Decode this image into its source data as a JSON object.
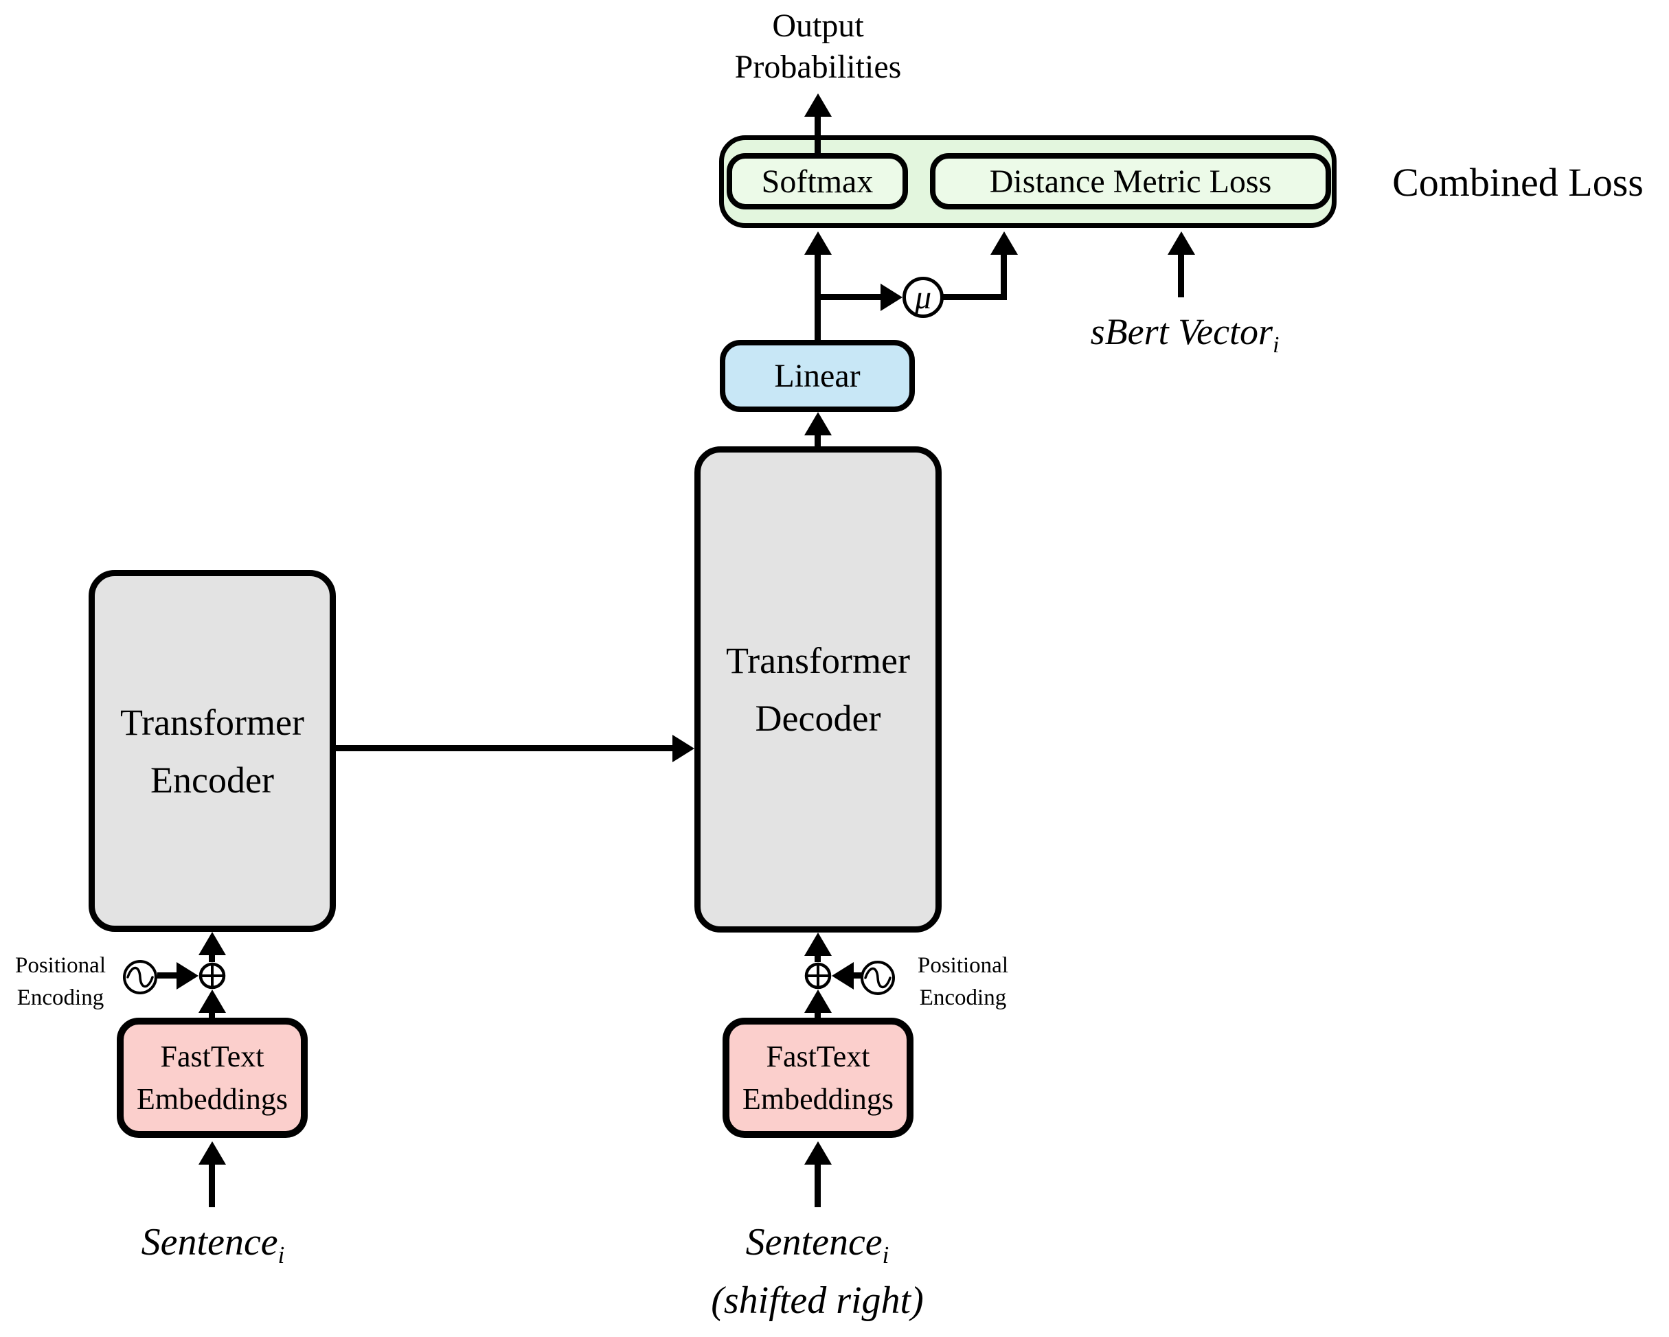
{
  "colors": {
    "border": "#000000",
    "transformer_fill": "#e3e3e3",
    "linear_fill": "#c8e7f6",
    "loss_group_fill": "#e3f6de",
    "loss_inner_fill": "#ecfae8",
    "embeddings_fill": "#fbcfcc",
    "background": "#ffffff"
  },
  "labels": {
    "output": {
      "line1": "Output",
      "line2": "Probabilities"
    },
    "softmax": "Softmax",
    "distance_metric_loss": "Distance Metric Loss",
    "combined_loss": "Combined Loss",
    "mu_symbol": "μ",
    "sbert_vector": {
      "base": "sBert Vector",
      "subscript": "i"
    },
    "linear": "Linear",
    "transformer_decoder": {
      "line1": "Transformer",
      "line2": "Decoder"
    },
    "transformer_encoder": {
      "line1": "Transformer",
      "line2": "Encoder"
    },
    "fasttext_embeddings": {
      "line1": "FastText",
      "line2": "Embeddings"
    },
    "positional_encoding": {
      "line1": "Positional",
      "line2": "Encoding"
    },
    "sentence_input": {
      "base": "Sentence",
      "subscript": "i"
    },
    "sentence_shifted": {
      "base": "Sentence",
      "subscript": "i",
      "note": "(shifted right)"
    }
  }
}
